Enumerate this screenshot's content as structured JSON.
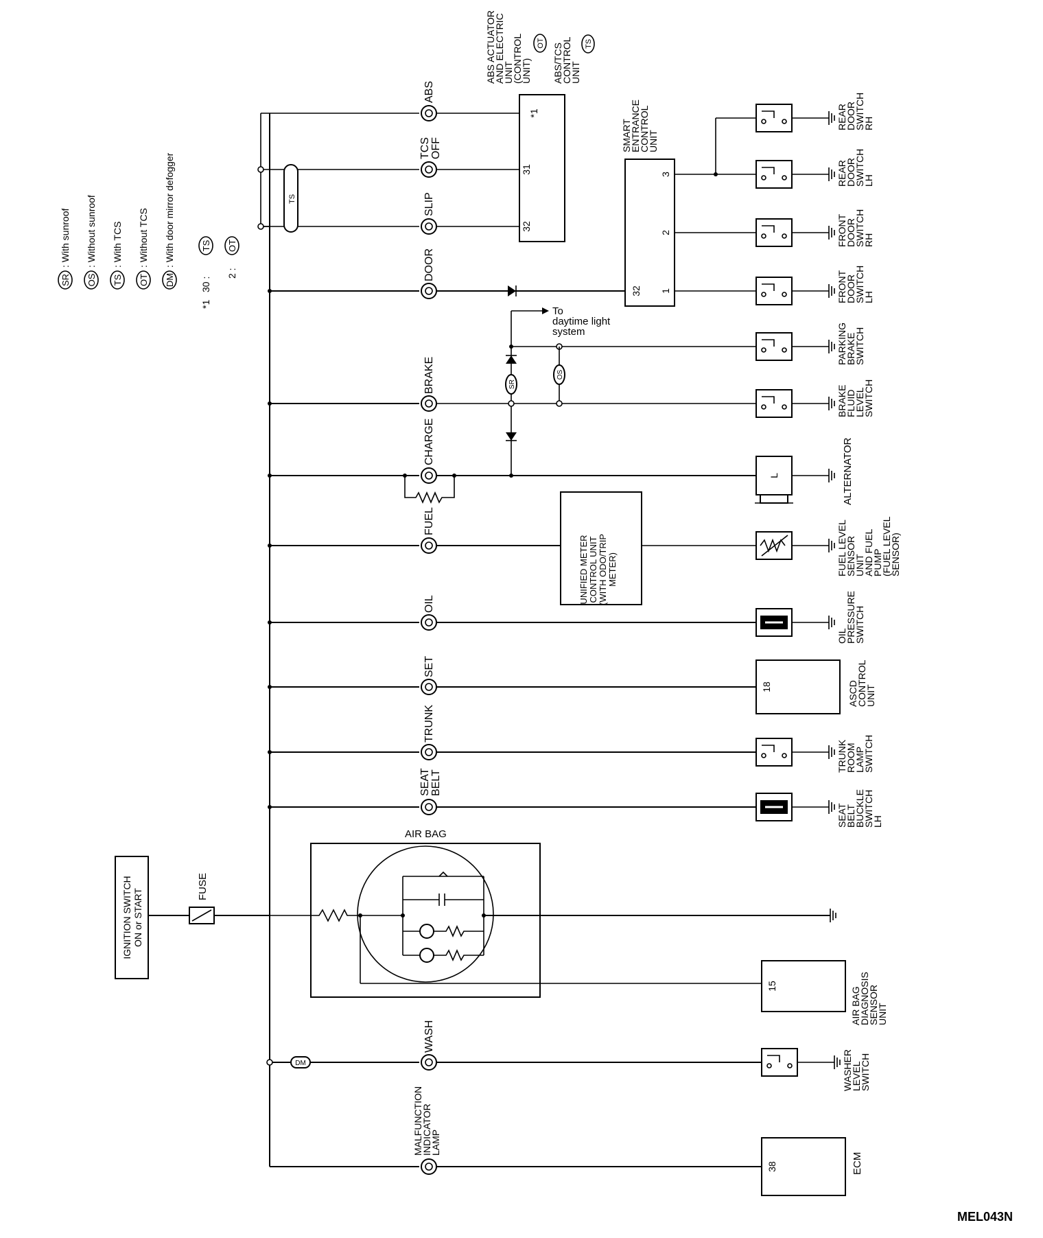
{
  "drawing_code": "MEL043N",
  "legend": [
    {
      "code": "SR",
      "text": ": With sunroof"
    },
    {
      "code": "OS",
      "text": ": Without sunroof"
    },
    {
      "code": "TS",
      "text": ": With TCS"
    },
    {
      "code": "OT",
      "text": ": Without TCS"
    },
    {
      "code": "DM",
      "text": ": With door mirror defogger"
    }
  ],
  "legend_note": {
    "mark": "*1",
    "line1": {
      "num": "30 :",
      "code": "TS"
    },
    "line2": {
      "num": "2 :",
      "code": "OT"
    }
  },
  "power": {
    "ignition_line1": "IGNITION SWITCH",
    "ignition_line2": "ON or START",
    "fuse": "FUSE"
  },
  "meter_labels": {
    "abs": "ABS",
    "tcs_off": [
      "TCS",
      "OFF"
    ],
    "slip": "SLIP",
    "door": "DOOR",
    "brake": "BRAKE",
    "charge": "CHARGE",
    "fuel": "FUEL",
    "oil": "OIL",
    "set": "SET",
    "trunk": "TRUNK",
    "seat_belt": [
      "SEAT",
      "BELT"
    ],
    "wash": "WASH",
    "mil": [
      "MALFUNCTION",
      "INDICATOR",
      "LAMP"
    ]
  },
  "option_tags": {
    "ts": "TS",
    "sr": "SR",
    "os": "OS",
    "dm": "DM"
  },
  "abs_unit": {
    "title_ot": [
      "ABS ACTUATOR",
      "AND ELECTRIC",
      "UNIT",
      "(CONTROL",
      "UNIT)"
    ],
    "code_ot": "OT",
    "title_ts": [
      "ABS/TCS",
      "CONTROL",
      "UNIT"
    ],
    "code_ts": "TS",
    "pins": [
      "*1",
      "31",
      "32"
    ]
  },
  "smart_unit": {
    "title": [
      "SMART",
      "ENTRANCE",
      "CONTROL",
      "UNIT"
    ],
    "pins": [
      "3",
      "2",
      "1",
      "32"
    ]
  },
  "meter_unit": [
    "UNIFIED METER",
    "CONTROL UNIT",
    "(WITH ODO/TRIP",
    "METER)"
  ],
  "daytime": [
    "To",
    "daytime light",
    "system"
  ],
  "air_bag": {
    "label": "AIR BAG"
  },
  "components": {
    "rear_rh": [
      "REAR",
      "DOOR",
      "SWITCH",
      "RH"
    ],
    "rear_lh": [
      "REAR",
      "DOOR",
      "SWITCH",
      "LH"
    ],
    "front_rh": [
      "FRONT",
      "DOOR",
      "SWITCH",
      "RH"
    ],
    "front_lh": [
      "FRONT",
      "DOOR",
      "SWITCH",
      "LH"
    ],
    "parking": [
      "PARKING",
      "BRAKE",
      "SWITCH"
    ],
    "brake_fluid": [
      "BRAKE",
      "FLUID",
      "LEVEL",
      "SWITCH"
    ],
    "alternator": [
      "ALTERNATOR"
    ],
    "fuel_sensor": [
      "FUEL LEVEL",
      "SENSOR",
      "UNIT",
      "AND FUEL",
      "PUMP",
      "(FUEL LEVEL",
      "SENSOR)"
    ],
    "oil_switch": [
      "OIL",
      "PRESSURE",
      "SWITCH"
    ],
    "ascd": [
      "ASCD",
      "CONTROL",
      "UNIT"
    ],
    "trunk_switch": [
      "TRUNK",
      "ROOM",
      "LAMP",
      "SWITCH"
    ],
    "seat_belt_switch": [
      "SEAT",
      "BELT",
      "BUCKLE",
      "SWITCH",
      "LH"
    ],
    "airbag_unit": [
      "AIR BAG",
      "DIAGNOSIS",
      "SENSOR",
      "UNIT"
    ],
    "washer": [
      "WASHER",
      "LEVEL",
      "SWITCH"
    ],
    "ecm": [
      "ECM"
    ]
  },
  "pin_numbers": {
    "ascd": "18",
    "airbag": "15",
    "ecm": "38",
    "alternator": "L"
  }
}
